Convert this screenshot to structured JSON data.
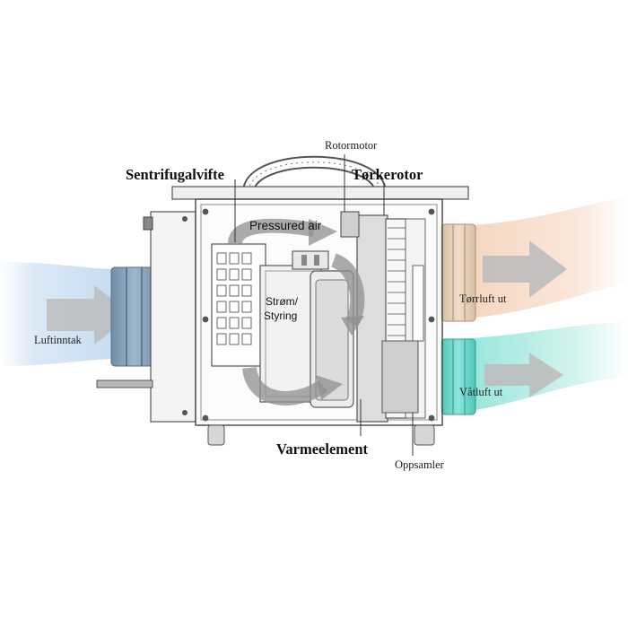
{
  "labels": {
    "rotormotor": "Rotormotor",
    "sentrifugalvifte": "Sentrifugalvifte",
    "torkerotor": "Tørkerotor",
    "pressured_air": "Pressured air",
    "strom_line1": "Strøm/",
    "strom_line2": "Styring",
    "varmeelement": "Varmeelement",
    "oppsamler": "Oppsamler",
    "luftinntak": "Luftinntak",
    "torrluft_ut": "Tørrluft ut",
    "vatluft_ut": "Våtluft ut"
  },
  "colors": {
    "intake_flow": "#cfe3f5",
    "intake_collar": "#7f9fb8",
    "dry_flow": "#f7dcc8",
    "dry_collar": "#dcc4a8",
    "wet_flow": "#9fe6de",
    "wet_collar": "#5fcfc3",
    "arrow_gray": "#bdbdbd"
  }
}
